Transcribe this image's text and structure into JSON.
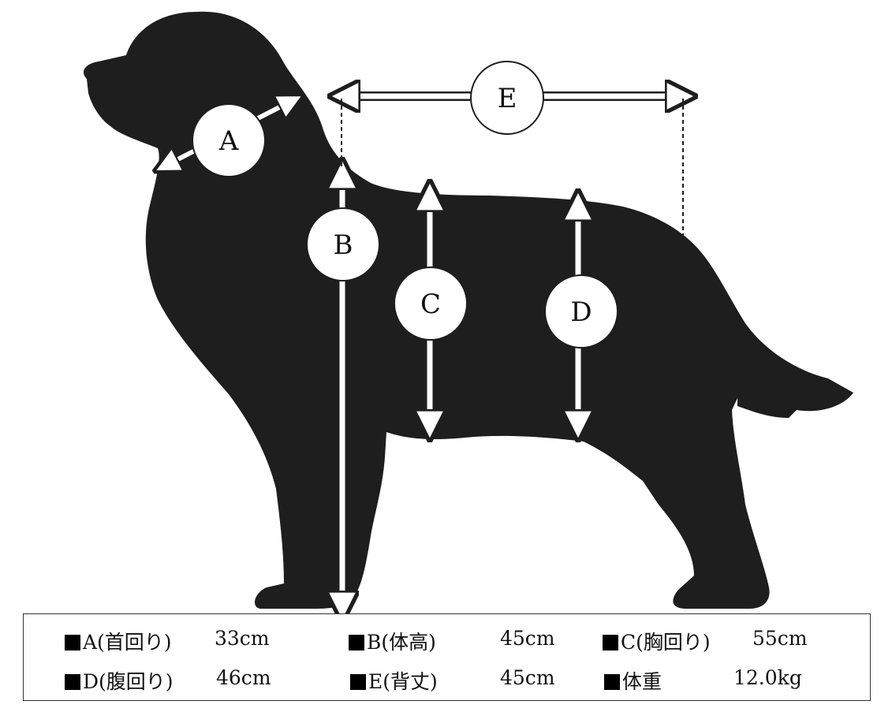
{
  "labels": {
    "a": "A",
    "b": "B",
    "c": "C",
    "d": "D",
    "e": "E"
  },
  "measurements": [
    {
      "label": "A(首回り)",
      "value": "33cm"
    },
    {
      "label": "B(体高)",
      "value": "45cm"
    },
    {
      "label": "C(胸回り)",
      "value": "55cm"
    },
    {
      "label": "D(腹回り)",
      "value": "46cm"
    },
    {
      "label": "E(背丈)",
      "value": "45cm"
    },
    {
      "label": "体重",
      "value": "12.0kg"
    }
  ],
  "colors": {
    "silhouette": "#1e1e1e",
    "arrow_fill": "#ffffff",
    "arrow_stroke": "#1e1e1e"
  }
}
